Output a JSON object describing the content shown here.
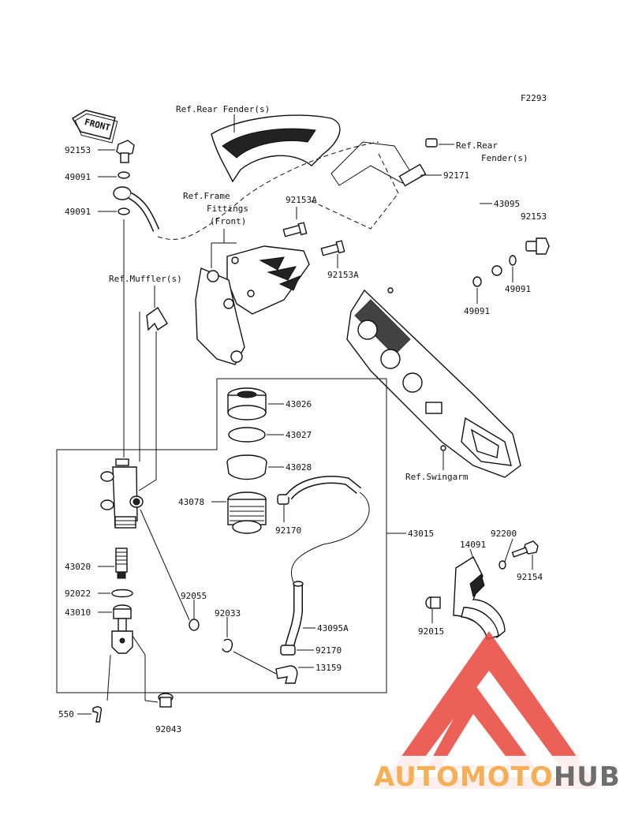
{
  "figure_code": "F2293",
  "front_tag": "FRONT",
  "refs": {
    "rear_fender_top": "Ref.Rear Fender(s)",
    "rear_fender_right_1": "Ref.Rear",
    "rear_fender_right_2": "Fender(s)",
    "frame_fittings_1": "Ref.Frame",
    "frame_fittings_2": "Fittings",
    "frame_fittings_3": "(Front)",
    "muffler": "Ref.Muffler(s)",
    "swingarm": "Ref.Swingarm"
  },
  "parts": {
    "p92153_left": "92153",
    "p49091_left_a": "49091",
    "p49091_left_b": "49091",
    "p92153A_top": "92153A",
    "p92153A_mid": "92153A",
    "p92171": "92171",
    "p43095": "43095",
    "p92153_right": "92153",
    "p49091_right_a": "49091",
    "p49091_right_b": "49091",
    "p43026": "43026",
    "p43027": "43027",
    "p43028": "43028",
    "p43078": "43078",
    "p92170_a": "92170",
    "p43015": "43015",
    "p43020": "43020",
    "p92022": "92022",
    "p43010": "43010",
    "p92055": "92055",
    "p92033": "92033",
    "p43095A": "43095A",
    "p92170_b": "92170",
    "p13159": "13159",
    "p550": "550",
    "p92043": "92043",
    "p92200": "92200",
    "p14091": "14091",
    "p92154": "92154",
    "p92015": "92015"
  },
  "watermark": {
    "part1": "AUTOMOTO",
    "part2": "HUB",
    "color_primary": "#e8463c",
    "color_secondary": "#f3a23a",
    "color_dark": "#555555"
  }
}
